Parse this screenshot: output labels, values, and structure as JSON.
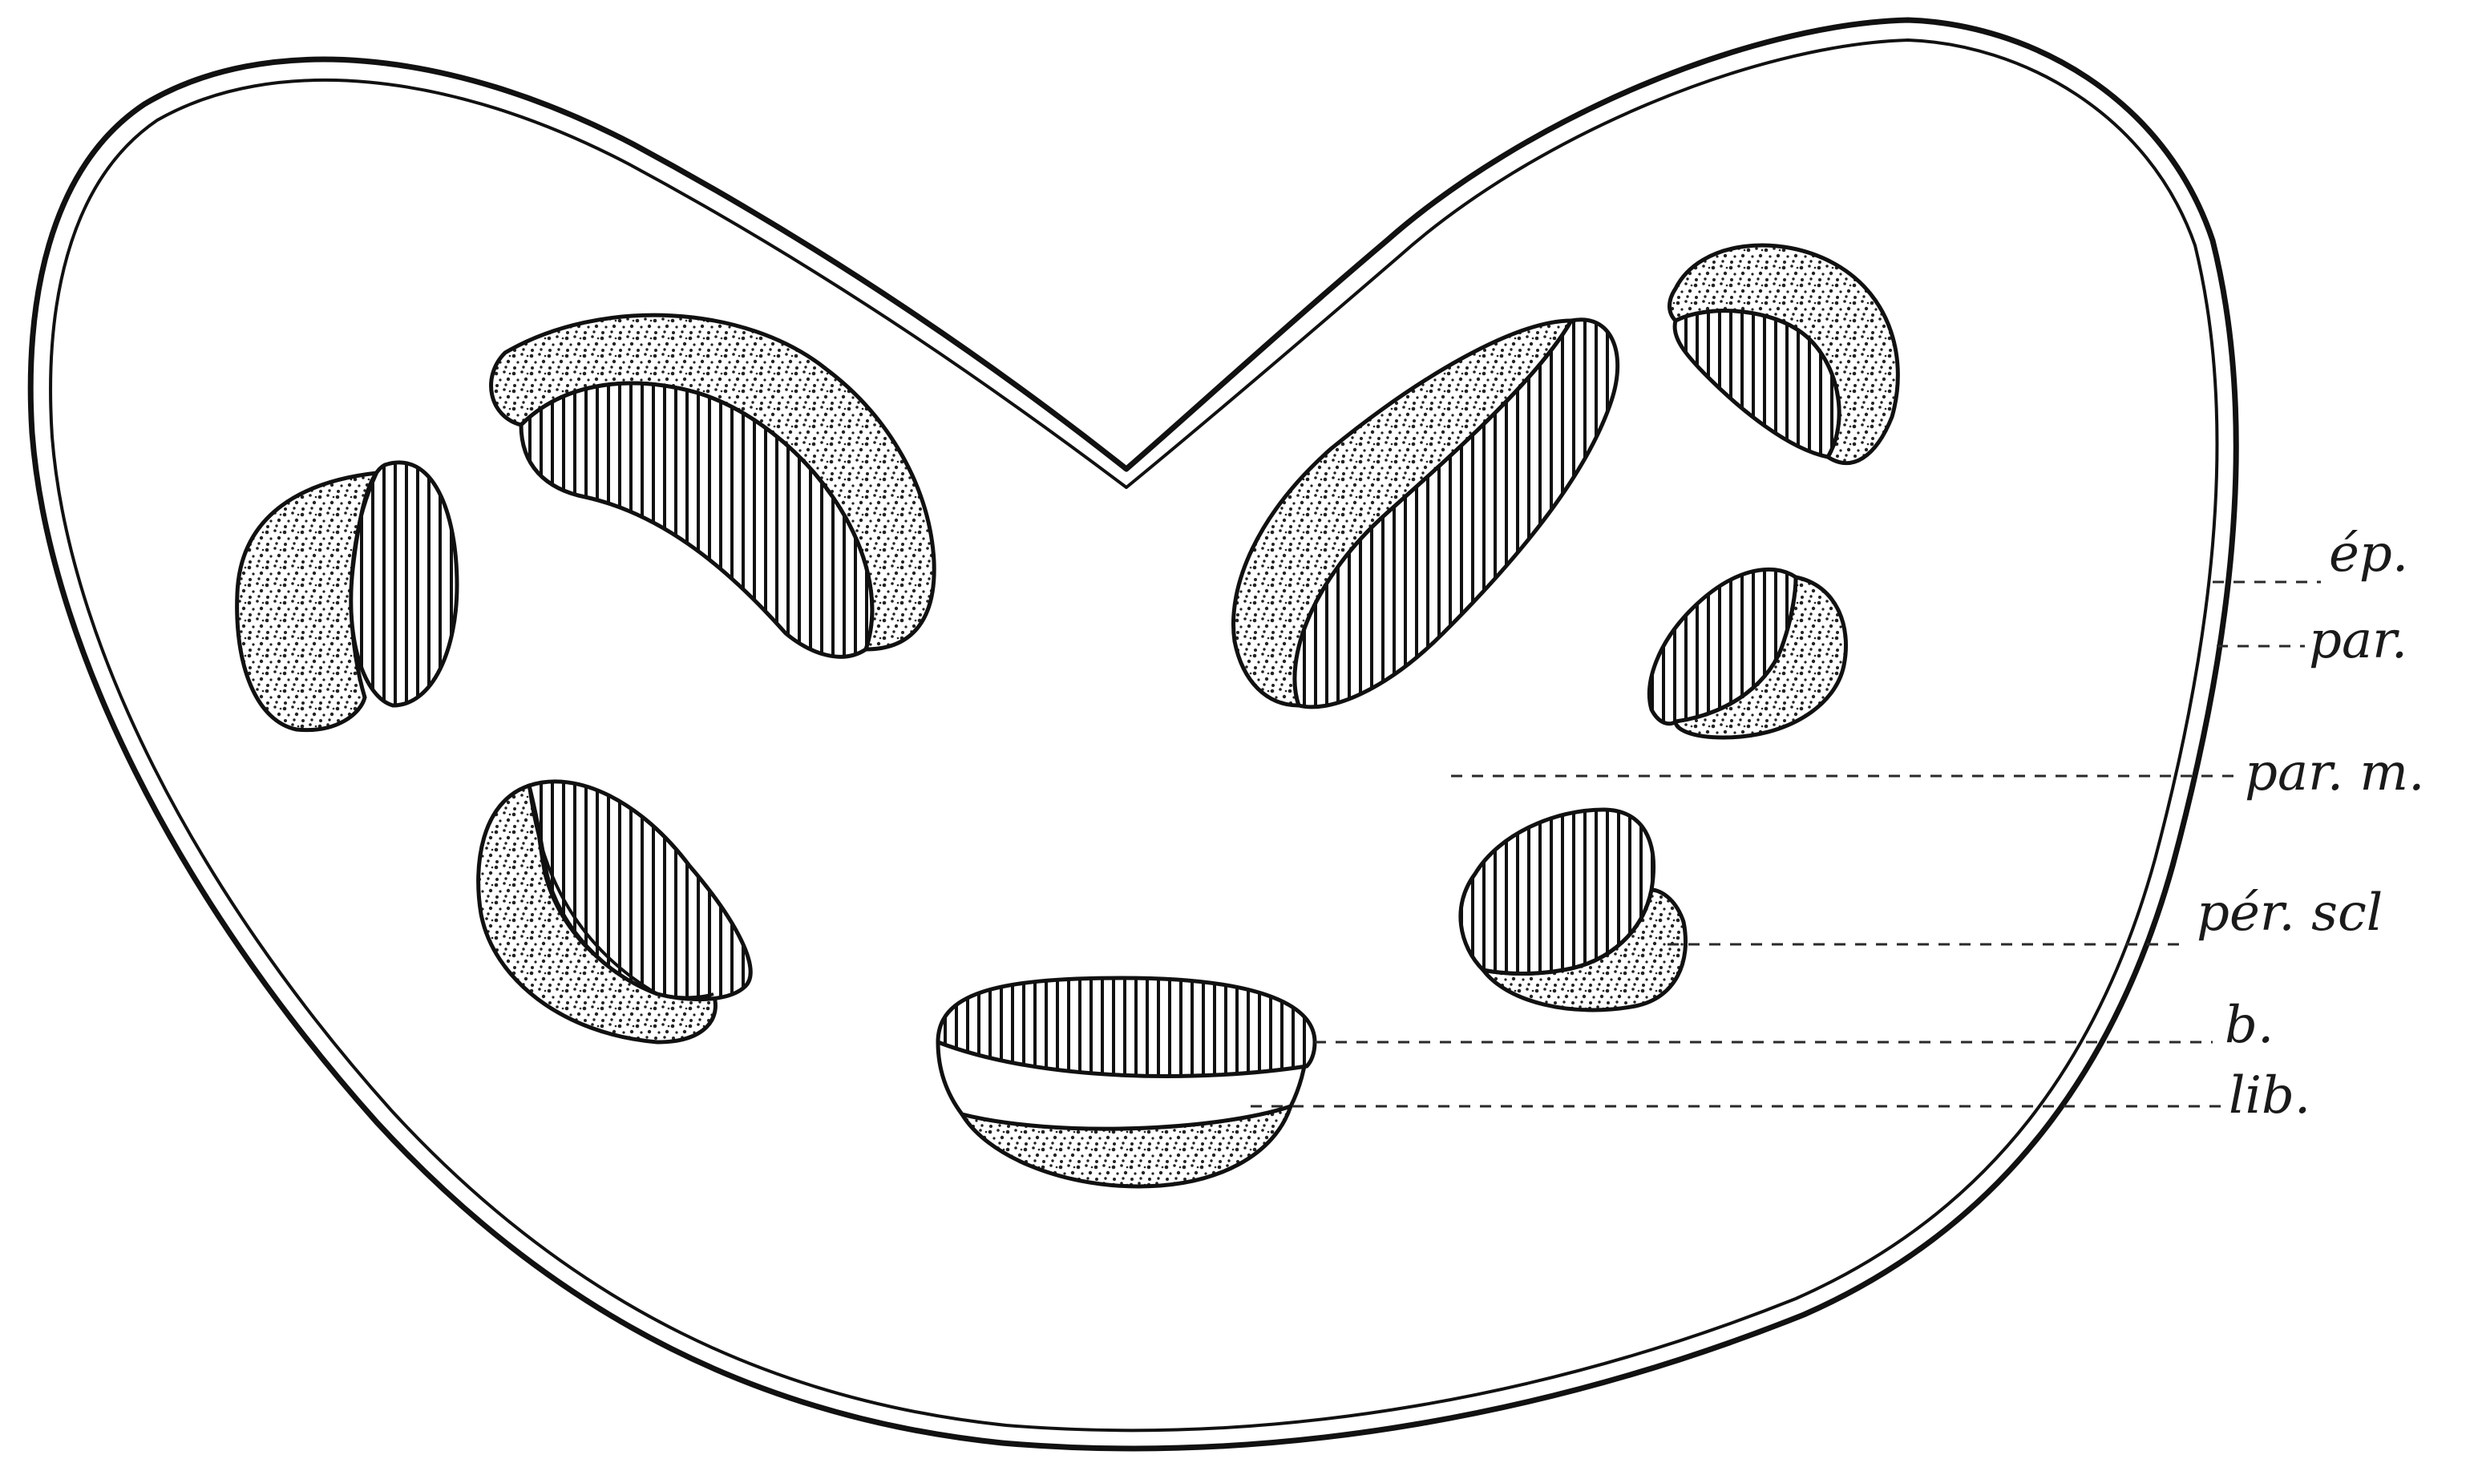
{
  "labels": {
    "ep": "ép.",
    "par": "par.",
    "par_m": "par. m.",
    "per_scl": "pér. scl",
    "b": "b.",
    "lib": "lib."
  },
  "colors": {
    "ink": "#111111",
    "paper": "#ffffff"
  }
}
